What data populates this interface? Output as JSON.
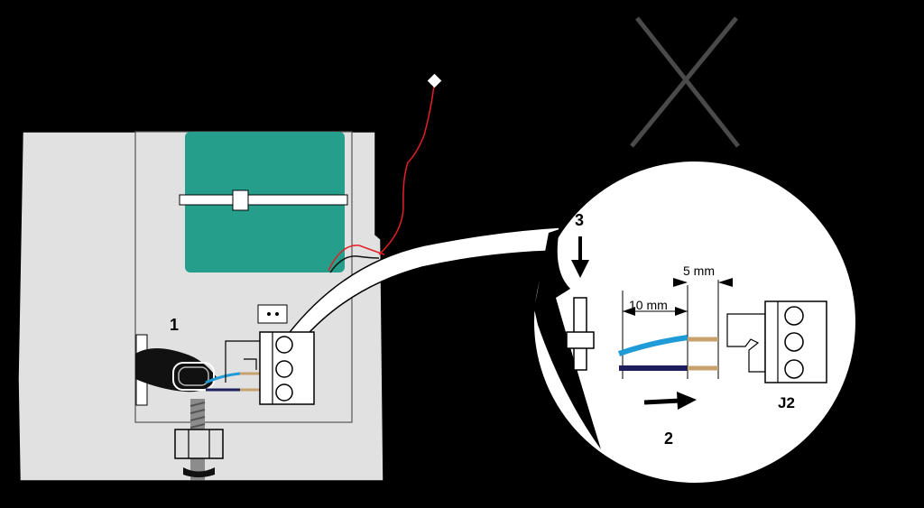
{
  "colors": {
    "background": "#000000",
    "enclosure": "#e1e1e1",
    "battery": "#259e8c",
    "wire_red": "#e32026",
    "wire_blue": "#1f9bd7",
    "wire_navy": "#1d1e5b",
    "wire_copper": "#c8a26e"
  },
  "labels": {
    "step1": "1",
    "step2": "2",
    "step3": "3",
    "dim_10mm": "10 mm",
    "dim_5mm": "5 mm",
    "connector": "J2"
  }
}
